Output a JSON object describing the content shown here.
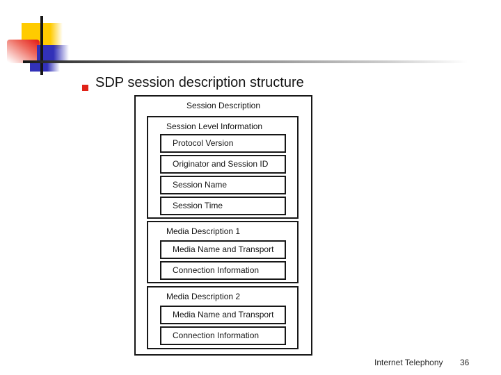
{
  "slide": {
    "title": "SDP session description structure",
    "footer": "Internet Telephony",
    "page_number": "36"
  },
  "diagram": {
    "root_label": "Session Description",
    "session_section": {
      "title": "Session Level Information",
      "rows": [
        "Protocol Version",
        "Originator and Session ID",
        "Session Name",
        "Session Time"
      ]
    },
    "media_sections": [
      {
        "title": "Media Description 1",
        "rows": [
          "Media Name and Transport",
          "Connection Information"
        ]
      },
      {
        "title": "Media Description 2",
        "rows": [
          "Media Name and Transport",
          "Connection Information"
        ]
      }
    ]
  },
  "colors": {
    "bullet_red": "#e02318",
    "logo_yellow": "#ffcb00",
    "logo_red": "#e4231c",
    "logo_blue": "#3231b8",
    "figure_ink": "#1c1c1c"
  }
}
